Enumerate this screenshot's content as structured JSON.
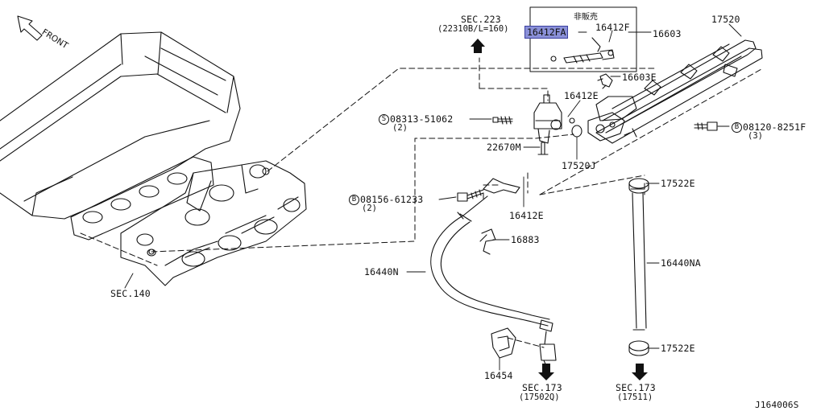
{
  "front_label": "FRONT",
  "drawing_id": "J164006S",
  "labels": {
    "sec223": "SEC.223",
    "sec223_sub": "(22310B/L=160)",
    "not_for_sale": "非販売",
    "p16412FA": "16412FA",
    "p16412F": "16412F",
    "p16603": "16603",
    "p17520": "17520",
    "p16603E": "16603E",
    "p16412E_top": "16412E",
    "p08313": "08313-51062",
    "p08313_qty": "(2)",
    "p08120": "08120-8251F",
    "p08120_qty": "(3)",
    "p22670M": "22670M",
    "p17520J": "17520J",
    "p08156": "08156-61233",
    "p08156_qty": "(2)",
    "p16412E_bot": "16412E",
    "p17522E_top": "17522E",
    "p16883": "16883",
    "p16440N": "16440N",
    "p16440NA": "16440NA",
    "sec140": "SEC.140",
    "p17522E_bot": "17522E",
    "p16454": "16454",
    "sec173a": "SEC.173",
    "sec173a_sub": "(17502Q)",
    "sec173b": "SEC.173",
    "sec173b_sub": "(17511)"
  },
  "marks": {
    "s": "S",
    "b": "B"
  },
  "highlight_color": "#8a90d8"
}
